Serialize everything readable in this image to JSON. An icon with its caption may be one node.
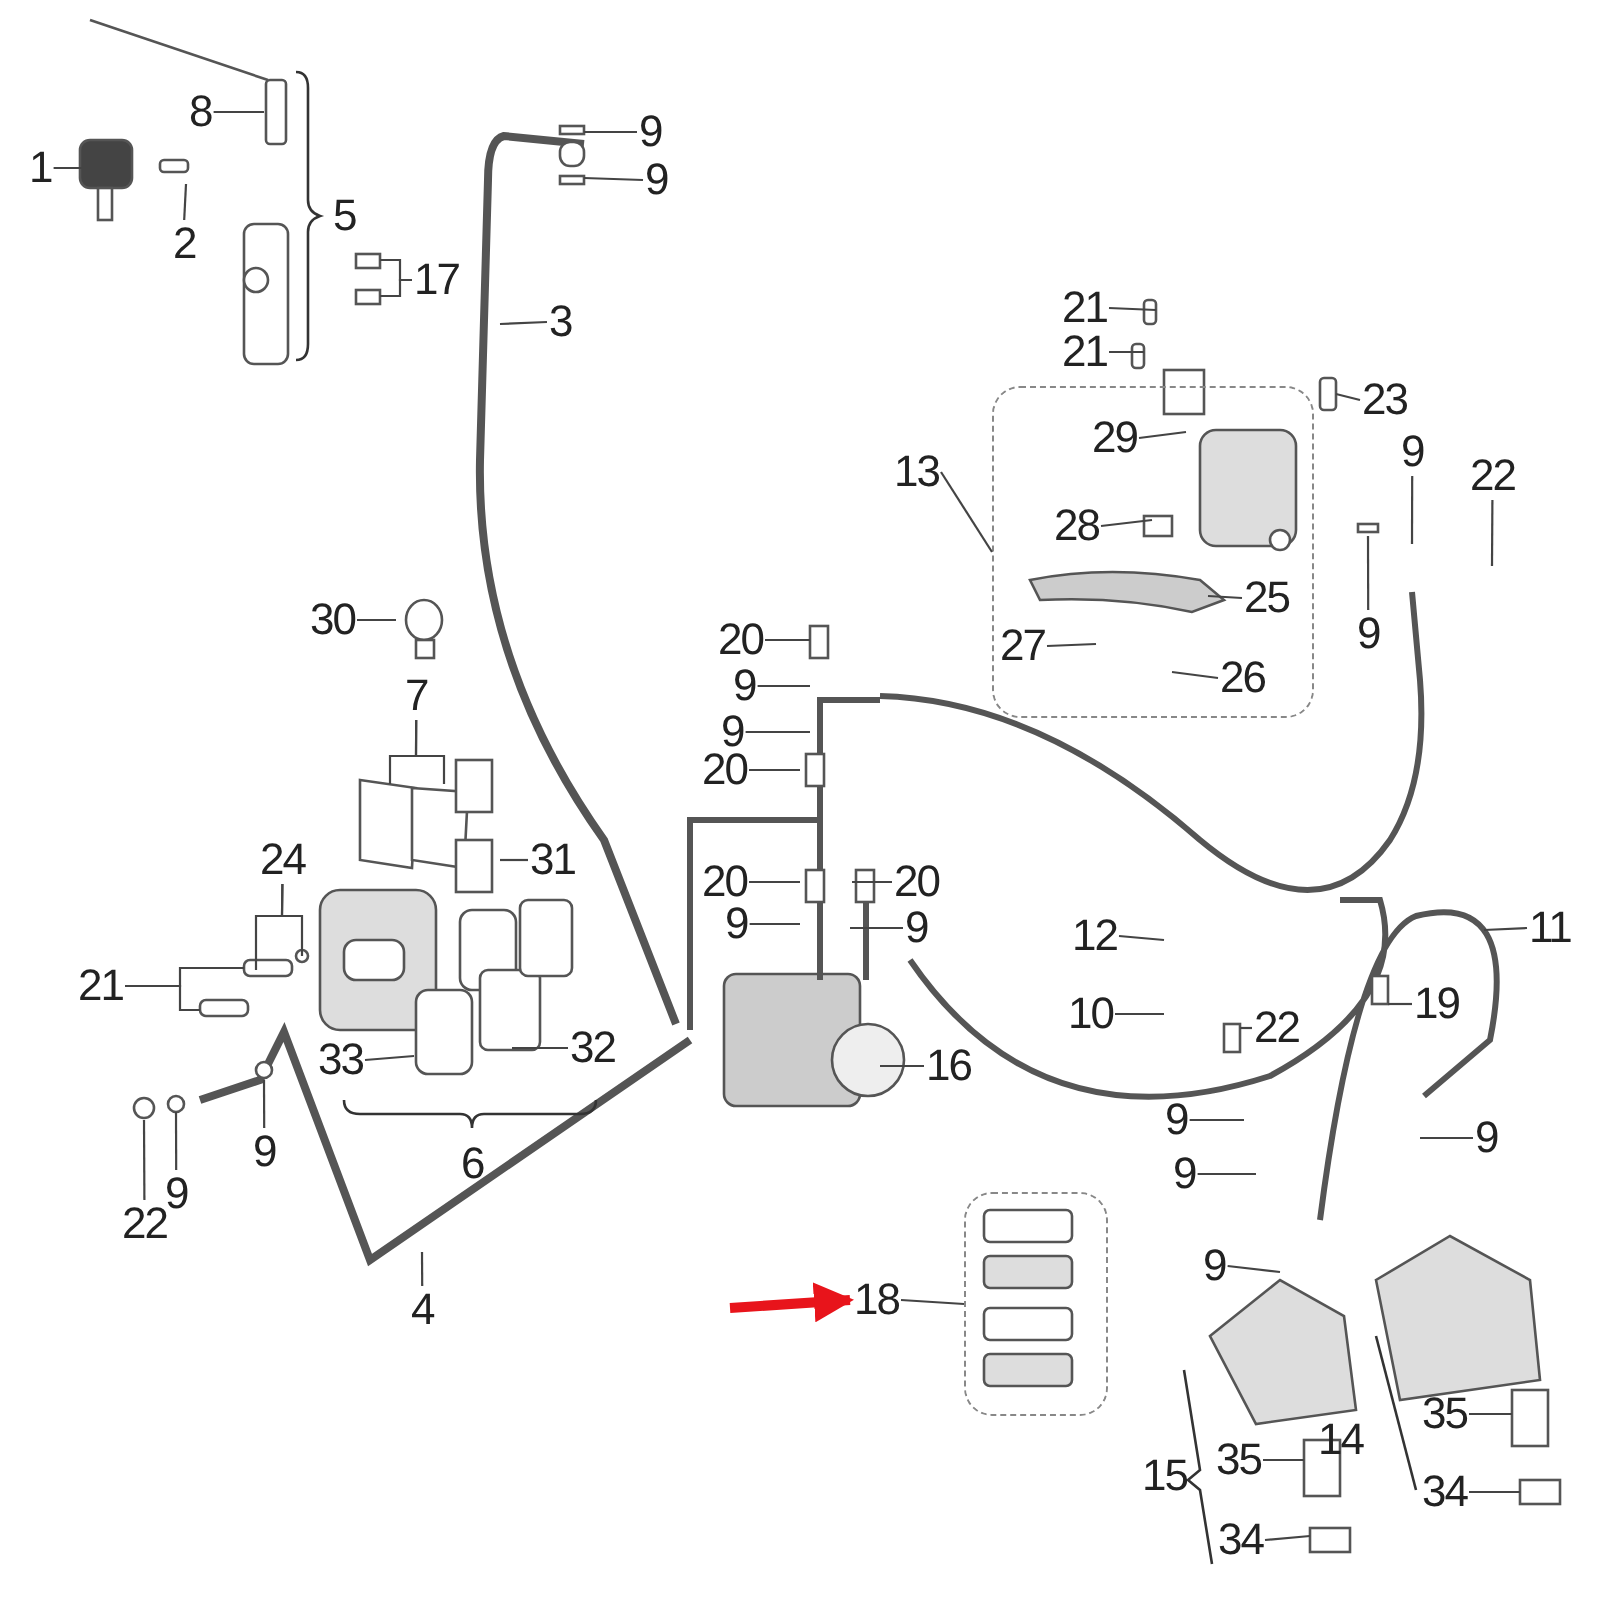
{
  "diagram": {
    "nodes": [
      {
        "text": [
          "8"
        ]
      },
      {
        "text": [
          "1"
        ]
      },
      {
        "text": [
          "2"
        ]
      },
      {
        "text": [
          "9"
        ]
      },
      {
        "text": [
          "9"
        ]
      },
      {
        "text": [
          "17"
        ]
      },
      {
        "text": [
          "3"
        ]
      },
      {
        "text": [
          "21"
        ]
      },
      {
        "text": [
          "21"
        ]
      },
      {
        "text": [],
        "shape": "box"
      },
      {
        "text": [
          "13"
        ]
      },
      {
        "text": [
          "29"
        ],
        "in": 9
      },
      {
        "text": [
          "23"
        ]
      },
      {
        "text": [
          "9"
        ]
      },
      {
        "text": [
          "22"
        ]
      },
      {
        "text": [
          "28"
        ],
        "in": 9
      },
      {
        "text": [
          "25"
        ],
        "in": 9
      },
      {
        "text": [
          "27"
        ],
        "in": 9
      },
      {
        "text": [
          "26"
        ],
        "in": 9
      },
      {
        "text": [
          "9"
        ]
      },
      {
        "text": [
          "30"
        ]
      },
      {
        "text": [
          "20"
        ]
      },
      {
        "text": [
          "9"
        ]
      },
      {
        "text": [
          "7"
        ]
      },
      {
        "text": [
          "9"
        ]
      },
      {
        "text": [
          "20"
        ]
      },
      {
        "text": [
          "31"
        ]
      },
      {
        "text": [
          "24"
        ]
      },
      {
        "text": [
          "20"
        ]
      },
      {
        "text": [
          "20"
        ]
      },
      {
        "text": [
          "9"
        ]
      },
      {
        "text": [
          "9"
        ]
      },
      {
        "text": [
          "11"
        ]
      },
      {
        "text": [
          "12"
        ]
      },
      {
        "text": [
          "21"
        ]
      },
      {
        "text": [
          "19"
        ]
      },
      {
        "text": [
          "10"
        ]
      },
      {
        "text": [
          "22"
        ]
      },
      {
        "text": [
          "32"
        ]
      },
      {
        "text": [
          "33"
        ]
      },
      {
        "text": [
          "16"
        ]
      },
      {
        "text": [
          "9"
        ]
      },
      {
        "text": [
          "9"
        ]
      },
      {
        "text": [
          "9"
        ]
      },
      {
        "text": [
          "9"
        ]
      },
      {
        "text": [
          "9"
        ]
      },
      {
        "text": [
          "22"
        ]
      },
      {
        "text": [],
        "shape": "box"
      },
      {
        "text": [
          "9"
        ]
      },
      {
        "text": [
          "18"
        ]
      },
      {
        "text": [
          "4"
        ]
      },
      {
        "text": [
          "35"
        ]
      },
      {
        "text": [
          "35"
        ]
      },
      {
        "text": [
          "34"
        ]
      },
      {
        "text": [
          "34"
        ]
      }
    ],
    "edges": [
      {
        "from": 0,
        "to": null,
        "arrow": "none"
      },
      {
        "from": 1,
        "to": null,
        "arrow": "none"
      },
      {
        "from": 2,
        "to": null,
        "arrow": "none"
      },
      {
        "from": 3,
        "to": null,
        "arrow": "none"
      },
      {
        "from": 4,
        "to": null,
        "arrow": "none"
      },
      {
        "from": 5,
        "to": null,
        "arrow": "none"
      },
      {
        "from": 5,
        "to": null,
        "arrow": "none"
      },
      {
        "from": 6,
        "to": null,
        "arrow": "none"
      },
      {
        "from": 7,
        "to": null,
        "arrow": "none"
      },
      {
        "from": 8,
        "to": null,
        "arrow": "none"
      },
      {
        "from": 10,
        "to": 9,
        "arrow": "none"
      },
      {
        "from": 11,
        "to": null,
        "arrow": "none"
      },
      {
        "from": 12,
        "to": null,
        "arrow": "none"
      },
      {
        "from": 13,
        "to": null,
        "arrow": "none"
      },
      {
        "from": 14,
        "to": null,
        "arrow": "none"
      },
      {
        "from": 15,
        "to": null,
        "arrow": "none"
      },
      {
        "from": 16,
        "to": null,
        "arrow": "none"
      },
      {
        "from": 17,
        "to": null,
        "arrow": "none"
      },
      {
        "from": 18,
        "to": null,
        "arrow": "none"
      },
      {
        "from": 19,
        "to": null,
        "arrow": "none"
      },
      {
        "from": 20,
        "to": null,
        "arrow": "none"
      },
      {
        "from": 21,
        "to": null,
        "arrow": "none"
      },
      {
        "from": 22,
        "to": null,
        "arrow": "none"
      },
      {
        "from": 23,
        "to": null,
        "arrow": "none"
      },
      {
        "from": 23,
        "to": null,
        "arrow": "none"
      },
      {
        "from": 24,
        "to": null,
        "arrow": "none"
      },
      {
        "from": 25,
        "to": null,
        "arrow": "none"
      },
      {
        "from": 26,
        "to": null,
        "arrow": "none"
      },
      {
        "from": 27,
        "to": null,
        "arrow": "none"
      },
      {
        "from": 27,
        "to": null,
        "arrow": "none"
      },
      {
        "from": 28,
        "to": null,
        "arrow": "none"
      },
      {
        "from": 29,
        "to": null,
        "arrow": "none"
      },
      {
        "from": 30,
        "to": null,
        "arrow": "none"
      },
      {
        "from": 31,
        "to": null,
        "arrow": "none"
      },
      {
        "from": 32,
        "to": null,
        "arrow": "none"
      },
      {
        "from": 33,
        "to": null,
        "arrow": "none"
      },
      {
        "from": 34,
        "to": null,
        "arrow": "none"
      },
      {
        "from": 34,
        "to": null,
        "arrow": "none"
      },
      {
        "from": 35,
        "to": null,
        "arrow": "none"
      },
      {
        "from": 36,
        "to": null,
        "arrow": "none"
      },
      {
        "from": 37,
        "to": null,
        "arrow": "none"
      },
      {
        "from": 38,
        "to": null,
        "arrow": "none"
      },
      {
        "from": 39,
        "to": null,
        "arrow": "none"
      },
      {
        "from": 40,
        "to": null,
        "arrow": "none"
      },
      {
        "from": 41,
        "to": null,
        "arrow": "none"
      },
      {
        "from": 42,
        "to": null,
        "arrow": "none"
      },
      {
        "from": 43,
        "to": null,
        "arrow": "none"
      },
      {
        "from": 44,
        "to": null,
        "arrow": "none"
      },
      {
        "from": 45,
        "to": null,
        "arrow": "none"
      },
      {
        "from": 46,
        "to": null,
        "arrow": "none"
      },
      {
        "from": 48,
        "to": null,
        "arrow": "none"
      },
      {
        "from": 49,
        "to": 47,
        "arrow": "none"
      },
      {
        "from": 50,
        "to": null,
        "arrow": "none"
      },
      {
        "from": 51,
        "to": null,
        "arrow": "none"
      },
      {
        "from": 52,
        "to": null,
        "arrow": "none"
      },
      {
        "from": 53,
        "to": null,
        "arrow": "none"
      },
      {
        "from": 54,
        "to": null,
        "arrow": "none"
      },
      {
        "from": null,
        "to": 49,
        "arrow": "to",
        "style": "thick",
        "color": "#e8141b"
      }
    ],
    "labels": [
      "5",
      "6",
      "14",
      "15"
    ]
  }
}
